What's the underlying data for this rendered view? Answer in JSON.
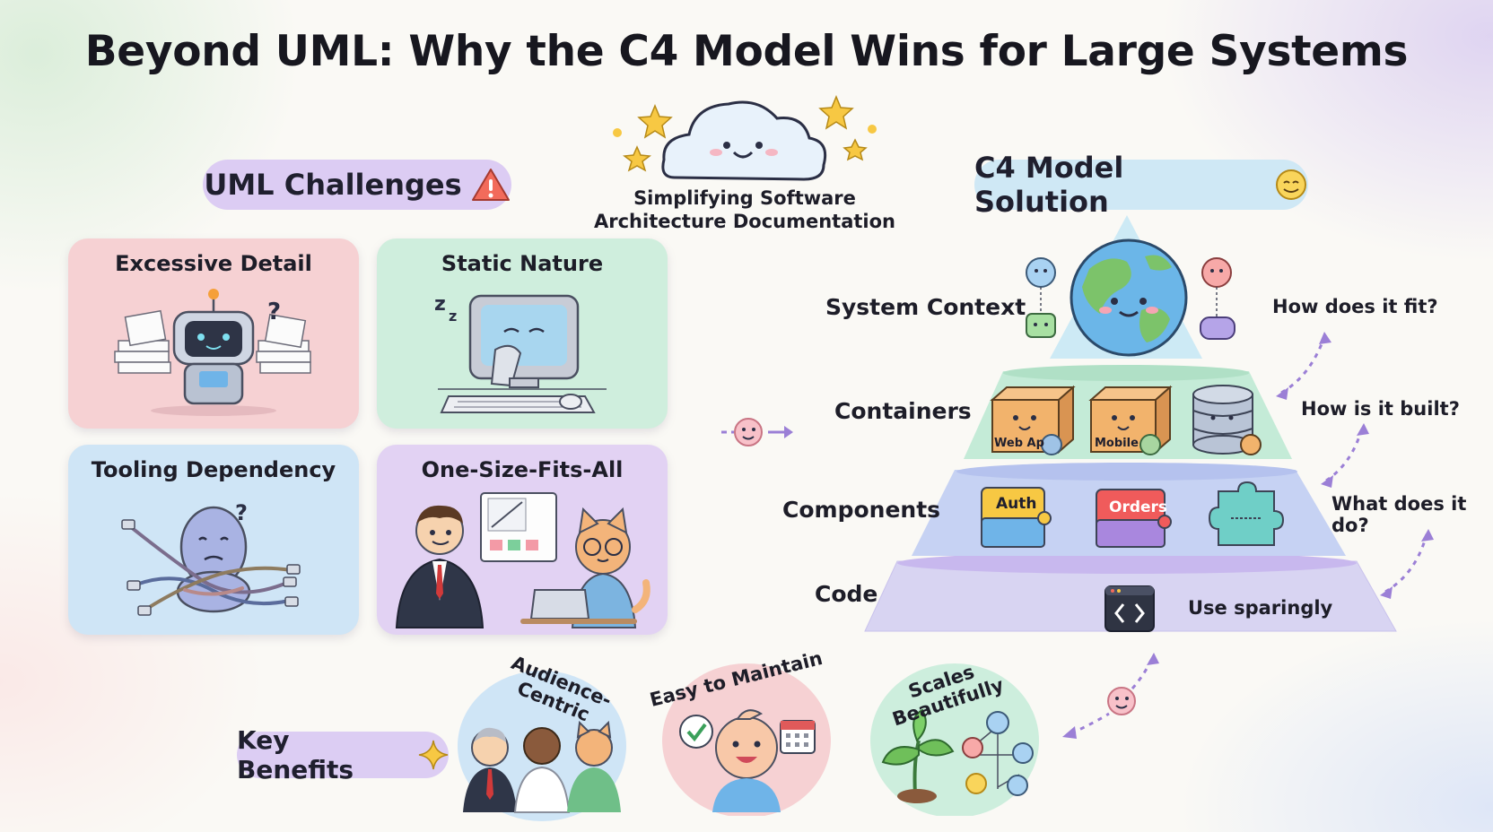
{
  "title": "Beyond UML: Why the C4 Model Wins for Large Systems",
  "center": {
    "subtitle_line1": "Simplifying Software",
    "subtitle_line2": "Architecture Documentation"
  },
  "uml": {
    "heading": "UML Challenges",
    "cards": [
      {
        "title": "Excessive Detail"
      },
      {
        "title": "Static Nature"
      },
      {
        "title": "Tooling Dependency"
      },
      {
        "title": "One-Size-Fits-All"
      }
    ]
  },
  "c4": {
    "heading": "C4 Model Solution",
    "levels": [
      {
        "label": "System Context",
        "question": "How does it fit?"
      },
      {
        "label": "Containers",
        "question": "How is it built?"
      },
      {
        "label": "Components",
        "question": "What does it do?"
      },
      {
        "label": "Code",
        "note": "Use sparingly"
      }
    ],
    "containers": [
      "Web Ap",
      "Mobile"
    ],
    "components": [
      "Auth",
      "Orders"
    ]
  },
  "benefits": {
    "heading": "Key Benefits",
    "items": [
      "Audience-Centric",
      "Easy to Maintain",
      "Scales Beautifully"
    ]
  },
  "colors": {
    "pink_card": "#f6d1d3",
    "green_card": "#cfeedd",
    "blue_card": "#cfe5f6",
    "purple_card": "#e2d2f3",
    "arrow_purple": "#9b7fd6"
  }
}
